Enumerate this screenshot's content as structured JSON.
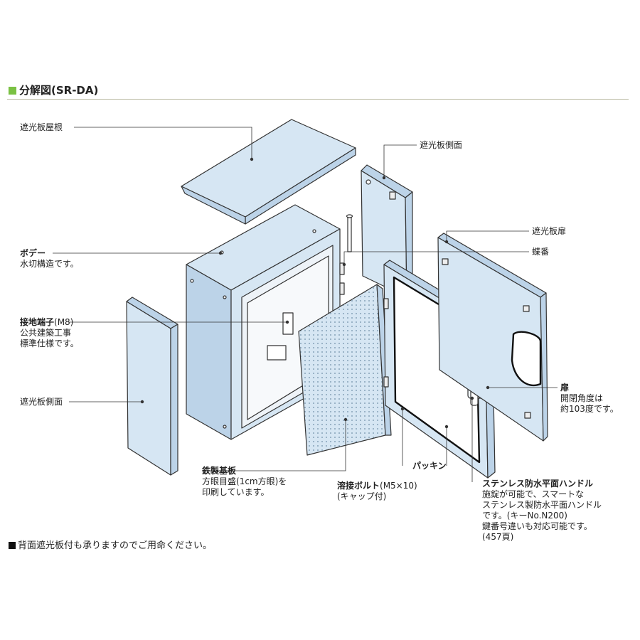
{
  "header": {
    "title": "分解図(SR-DA)"
  },
  "labels": {
    "roof": "遮光板屋根",
    "side_right": "遮光板側面",
    "door_cover": "遮光板扉",
    "hinge": "蝶番",
    "body_name": "ボデー",
    "body_desc": "水切構造です。",
    "ground_name": "接地端子",
    "ground_spec": "(M8)",
    "ground_desc1": "公共建築工事",
    "ground_desc2": "標準仕様です。",
    "side_left": "遮光板側面",
    "door_name": "扉",
    "door_desc1": "開閉角度は",
    "door_desc2": "約103度です。",
    "plate_name": "鉄製基板",
    "plate_desc1": "方眼目盛(1cm方眼)を",
    "plate_desc2": "印刷しています。",
    "bolt_name": "溶接ボルト",
    "bolt_spec": "(M5×10)",
    "bolt_desc": "(キャップ付)",
    "packing": "パッキン",
    "handle_name": "ステンレス防水平面ハンドル",
    "handle_desc1": "施錠が可能で、スマートな",
    "handle_desc2": "ステンレス製防水平面ハンドル",
    "handle_desc3": "です。(キーNo.N200)",
    "handle_desc4": "鍵番号違いも対応可能です。",
    "handle_desc5": "(457頁)"
  },
  "footer": {
    "note": "背面遮光板付も承りますのでご用命ください。"
  },
  "colors": {
    "panel": "#d6e6f3",
    "panel_dark": "#bcd3e8",
    "outline": "#333333",
    "accent": "#7ac143"
  }
}
